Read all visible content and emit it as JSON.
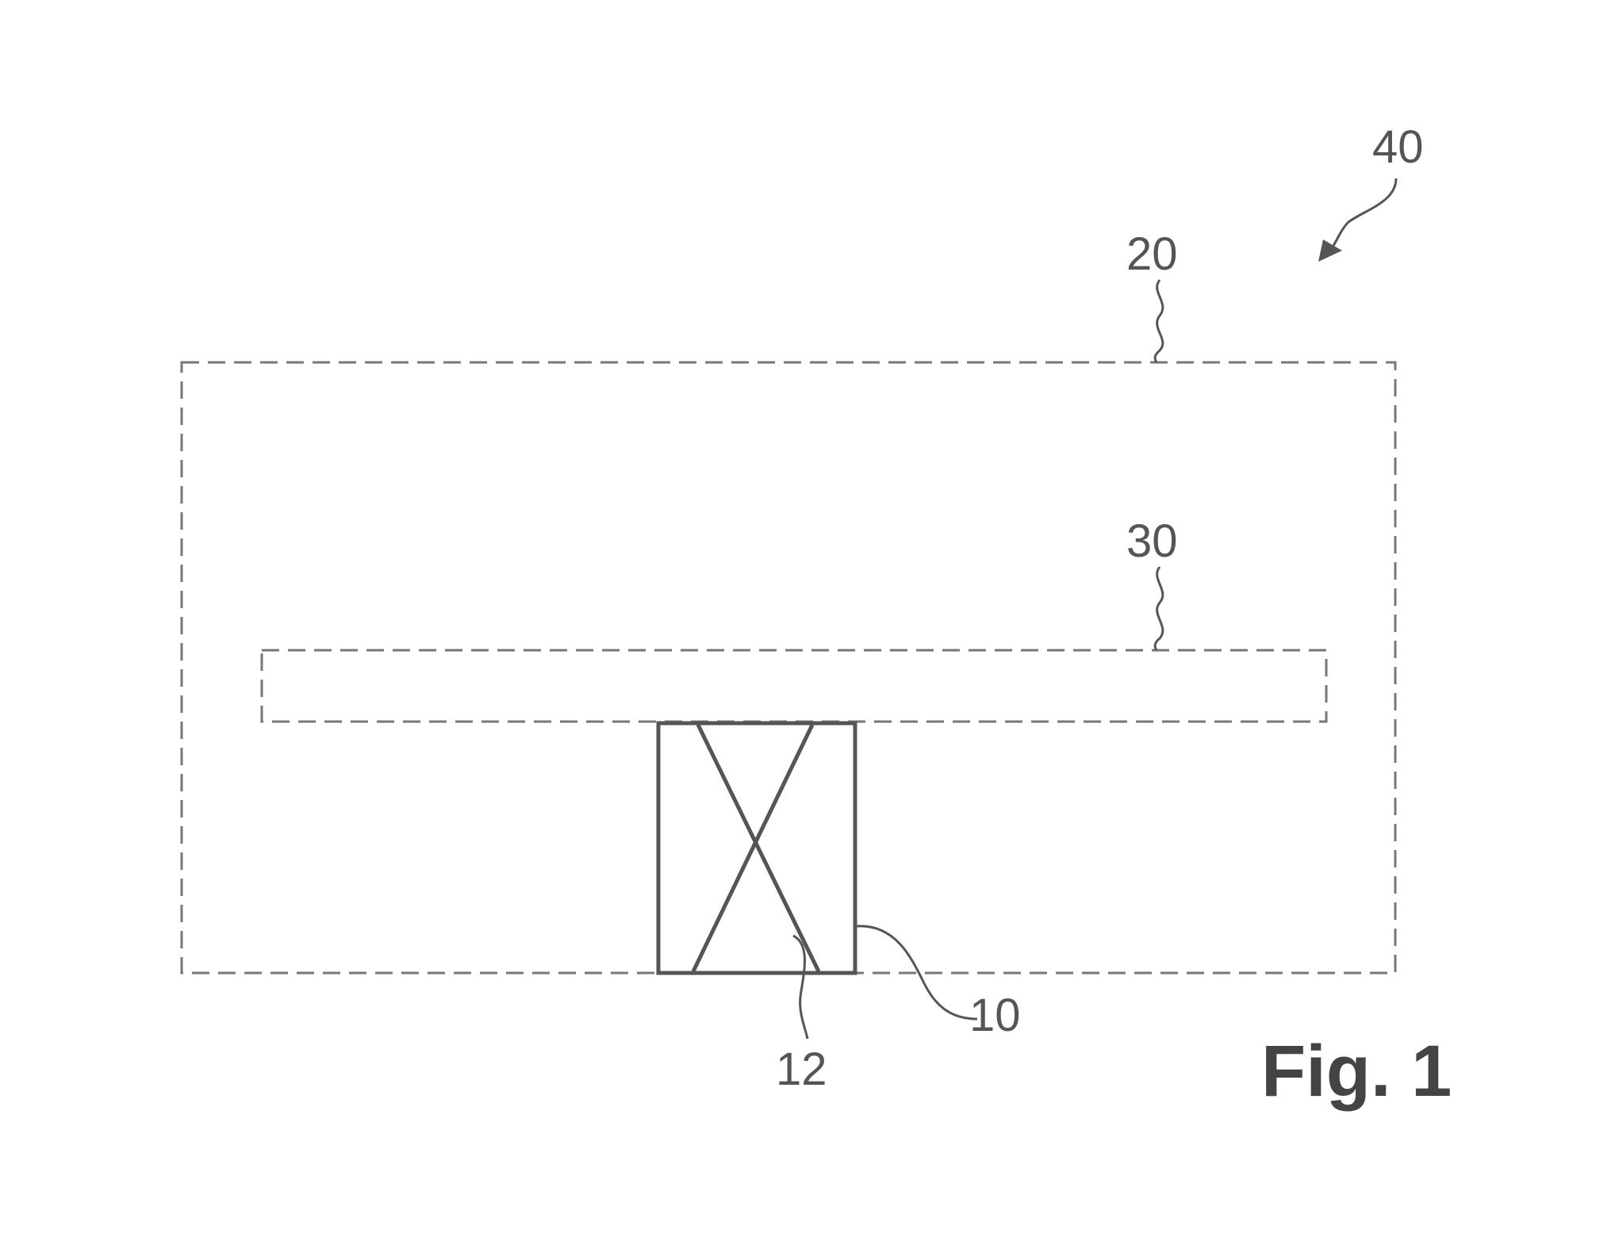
{
  "figure": {
    "caption": "Fig. 1",
    "labels": {
      "system": "40",
      "outer_enclosure": "20",
      "inner_element": "30",
      "box": "10",
      "diagonal": "12"
    }
  }
}
